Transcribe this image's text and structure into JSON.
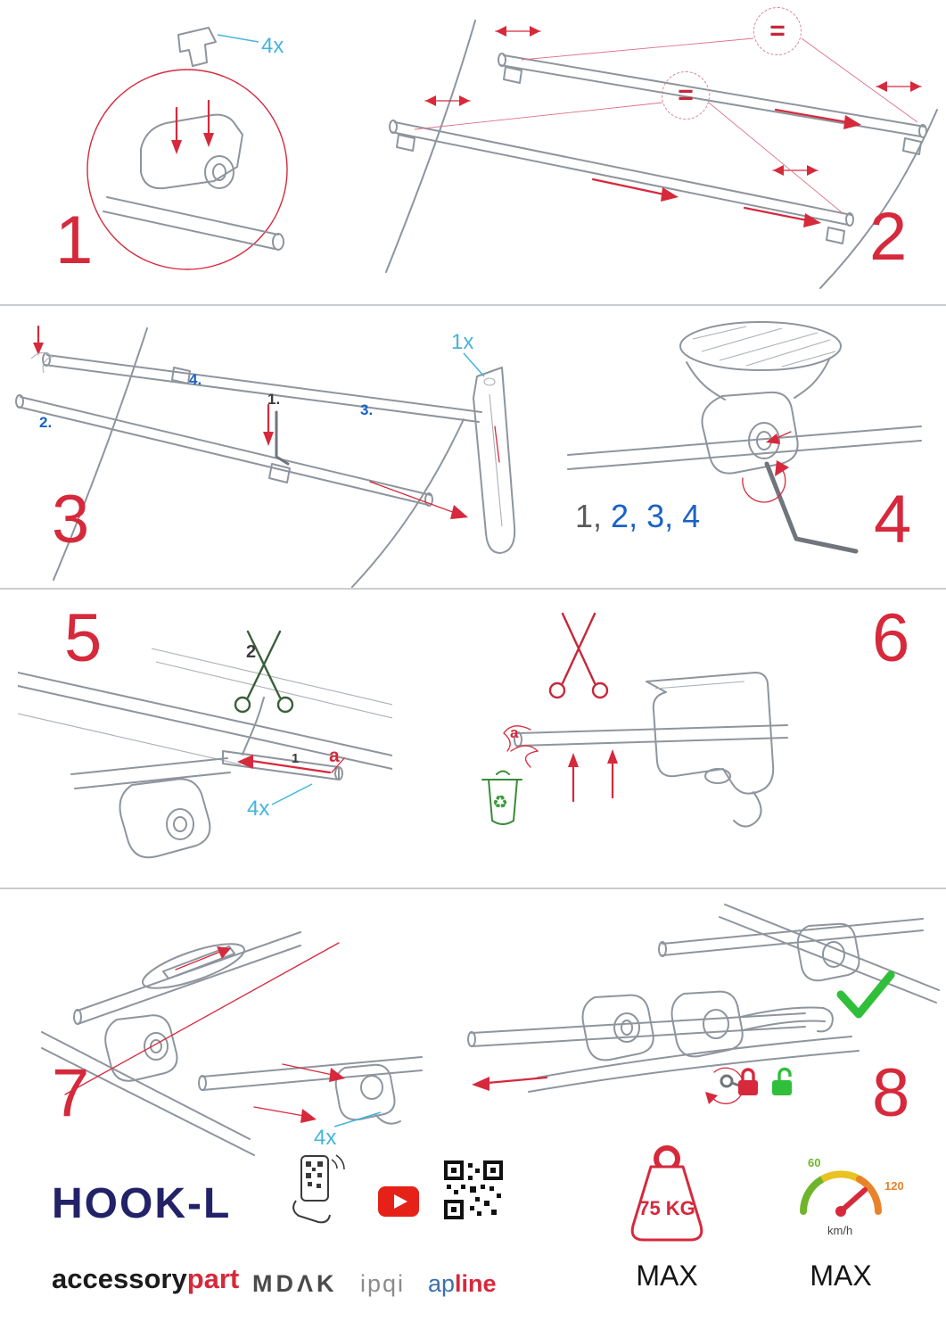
{
  "steps": {
    "s1": {
      "num": "1",
      "qty": "4x"
    },
    "s2": {
      "num": "2",
      "eq_top": "=",
      "eq_mid": "="
    },
    "s3": {
      "num": "3",
      "qty": "1x",
      "l1": "1.",
      "l2": "2.",
      "l3": "3.",
      "l4": "4."
    },
    "s4": {
      "num": "4",
      "seq_gray": "1,",
      "seq_blue": "2, 3, 4"
    },
    "s5": {
      "num": "5",
      "l2": "2",
      "l1": "1",
      "la": "a",
      "qty": "4x"
    },
    "s6": {
      "num": "6",
      "la": "a"
    },
    "s7": {
      "num": "7",
      "qty": "4x"
    },
    "s8": {
      "num": "8"
    }
  },
  "icons": {
    "recycle": "♻"
  },
  "footer": {
    "product": "HOOK-L",
    "brand_main": "accessory",
    "brand_accent": "part",
    "partner_mdak": "MDΛK",
    "partner_ipqi": "ipqi",
    "partner_ap": "ap",
    "partner_line": "line",
    "weight_value": "75 KG",
    "weight_max": "MAX",
    "speed_min": "60",
    "speed_max_tick": "120",
    "speed_unit": "km/h",
    "speed_max": "MAX"
  },
  "colors": {
    "accent_red": "#d6293c",
    "label_blue": "#45b5dc",
    "number_blue": "#1a62c5",
    "brand_navy": "#232268",
    "ok_green": "#2fbf3a"
  }
}
